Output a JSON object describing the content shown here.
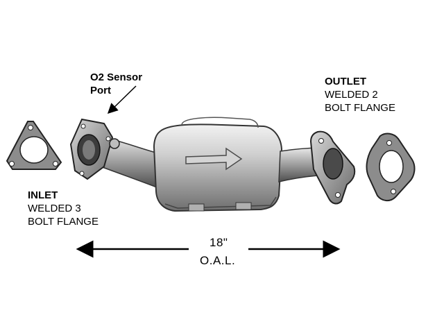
{
  "sensor": {
    "line1": "O2 Sensor",
    "line2": "Port"
  },
  "outlet": {
    "title": "OUTLET",
    "line1": "WELDED 2",
    "line2": "BOLT FLANGE"
  },
  "inlet": {
    "title": "INLET",
    "line1": "WELDED 3",
    "line2": "BOLT FLANGE"
  },
  "length": {
    "value": "18\"",
    "label": "O.A.L."
  },
  "colors": {
    "metal_light": "#dcdcdc",
    "metal_mid": "#a8a8a8",
    "metal_dark": "#5a5a5a",
    "gasket": "#8c8c8c",
    "line": "#000000"
  }
}
